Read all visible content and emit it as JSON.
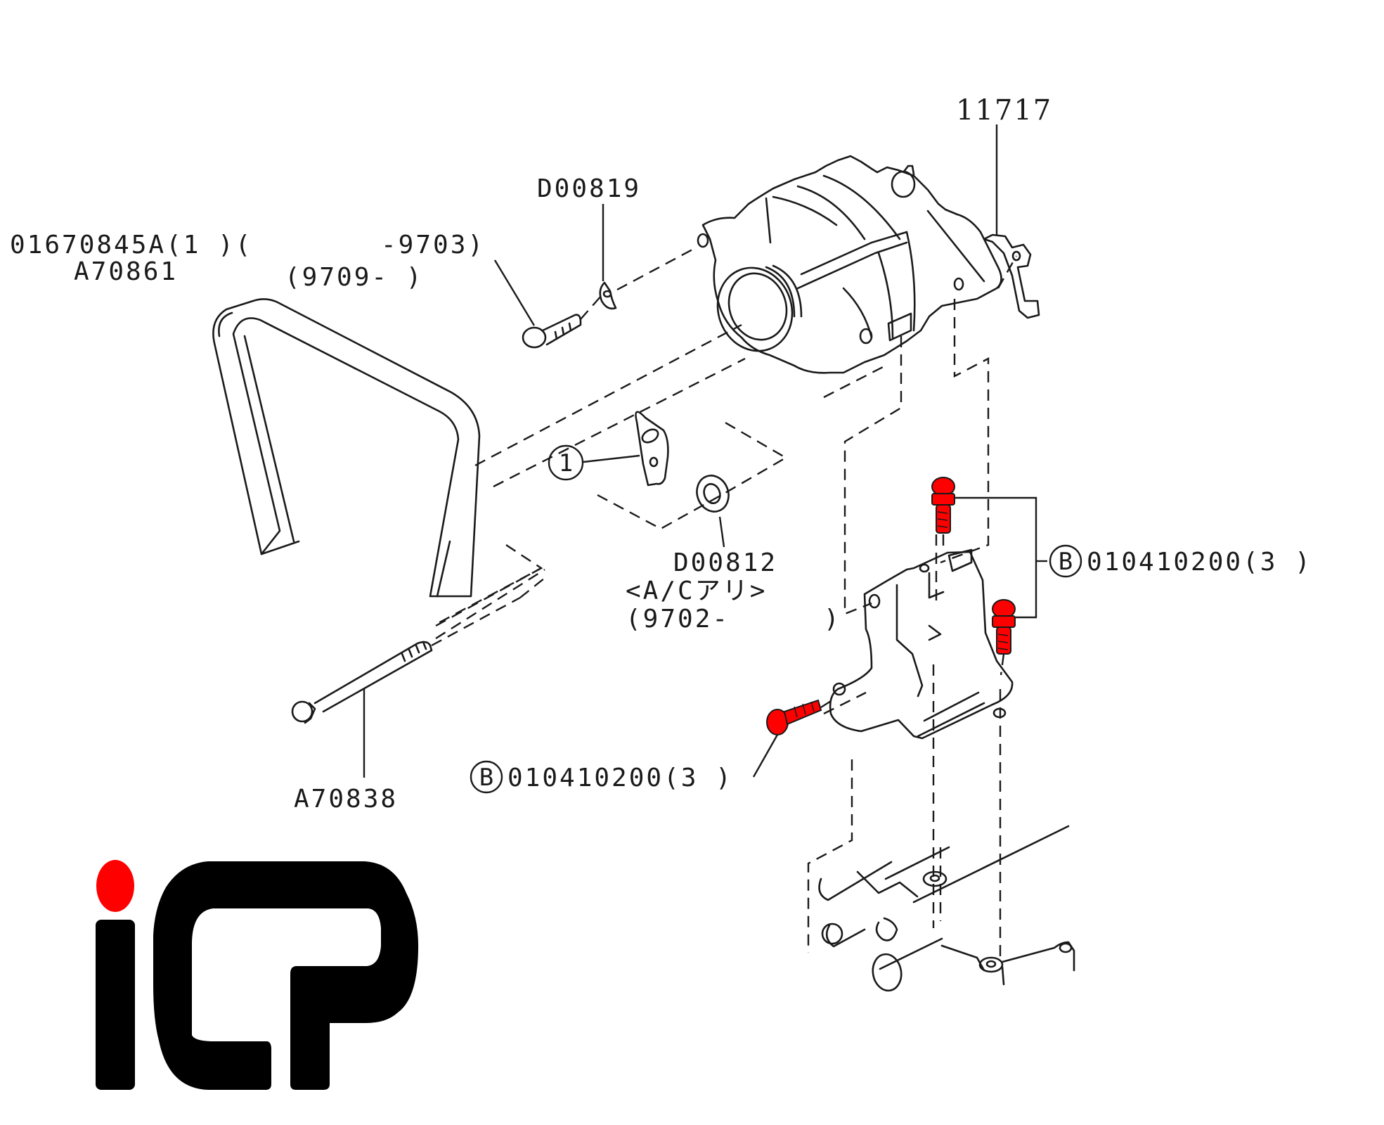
{
  "diagram": {
    "title": "Alternator mounting parts diagram",
    "accent_color": "#ff0000",
    "labels": {
      "bolt_top_part": "01670845A(1 )(",
      "bolt_top_date_to": "-9703)",
      "bolt_top_alt": "A70861",
      "bolt_top_date_from": "(9709-    )",
      "washer_top": "D00819",
      "alternator_bracket": "11717",
      "ref_1": "1",
      "washer_spacer": "D00812",
      "washer_spacer_note": "<A/Cアリ>",
      "washer_spacer_date": "(9702-",
      "washer_spacer_date_close": ")",
      "bolt_right_circle": "B",
      "bolt_right_part": "010410200(3 )",
      "bolt_left_circle": "B",
      "bolt_left_part": "010410200(3 )",
      "long_bolt": "A70838"
    },
    "highlighted_parts": [
      "010410200 bolt (upper)",
      "010410200 bolt (middle)",
      "010410200 bolt (lower-left)"
    ]
  },
  "logo": {
    "text": "iCP",
    "dot_color": "#ff0000",
    "letter_color": "#000000"
  }
}
